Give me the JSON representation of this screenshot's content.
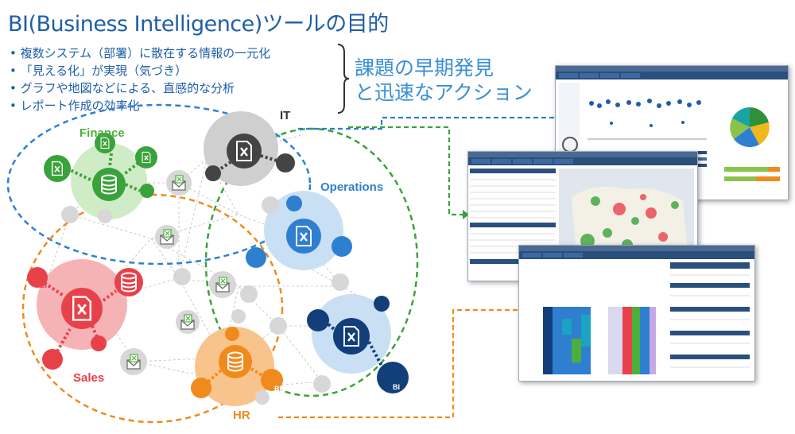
{
  "title": "BI(Business Intelligence)ツールの目的",
  "bullets": [
    "複数システム（部署）に散在する情報の一元化",
    "「見える化」が実現（気づき）",
    "グラフや地図などによる、直感的な分析",
    "レポート作成の効率化"
  ],
  "goal": {
    "line1": "課題の早期発見",
    "line2": "と迅速なアクション"
  },
  "groups": {
    "finance": "Finance",
    "it": "IT",
    "operations": "Operations",
    "sales": "Sales",
    "hr": "HR"
  },
  "node_labels": {
    "bi": "BI"
  },
  "colors": {
    "finance": "#4caf3c",
    "it": "#2e7fd0",
    "operations": "#2e7fd0",
    "sales": "#e8414a",
    "hr": "#f08a1c",
    "title": "#1f5ea8"
  }
}
